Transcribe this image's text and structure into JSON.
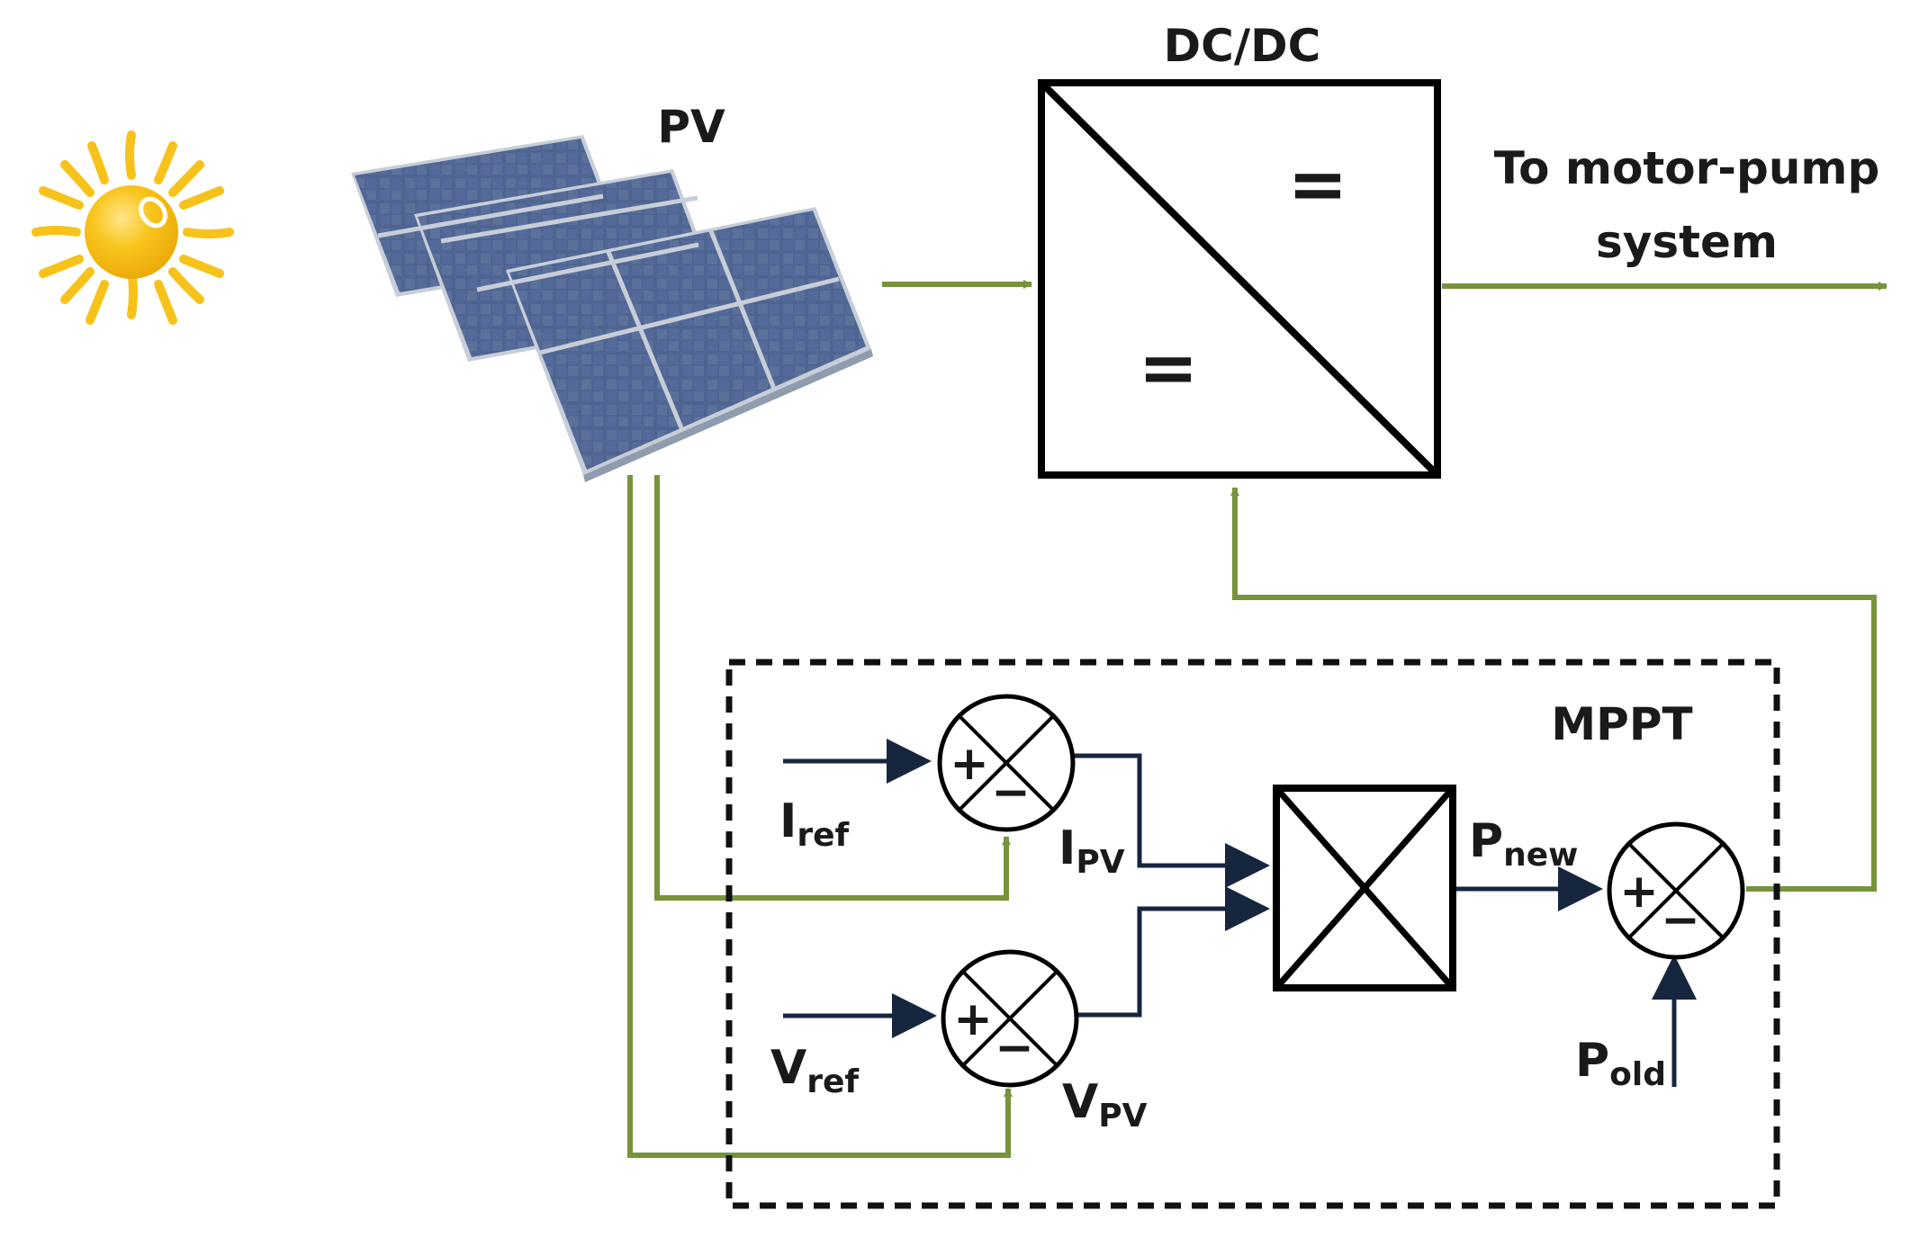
{
  "labels": {
    "pv": "PV",
    "dcdc": "DC/DC",
    "dcdc_in_symbol": "=",
    "dcdc_out_symbol": "=",
    "output_line1": "To motor-pump",
    "output_line2": "system",
    "mppt": "MPPT",
    "iref_main": "I",
    "iref_sub": "ref",
    "ipv_main": "I",
    "ipv_sub": "PV",
    "vref_main": "V",
    "vref_sub": "ref",
    "vpv_main": "V",
    "vpv_sub": "PV",
    "pnew_main": "P",
    "pnew_sub": "new",
    "pold_main": "P",
    "pold_sub": "old",
    "plus": "+",
    "minus": "−"
  },
  "colors": {
    "power_line": "#77933c",
    "signal_line": "#17263f",
    "block_stroke": "#000000",
    "sun": "#f7c21a",
    "sun_core": "#f6b80f",
    "panel_frame": "#b9c3cf",
    "panel_cell": "#4f6591",
    "panel_cell_light": "#6d82aa"
  }
}
